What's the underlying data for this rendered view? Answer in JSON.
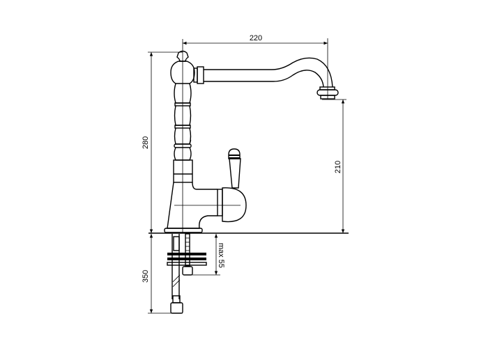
{
  "dimensions": {
    "spout_reach": "220",
    "total_height": "280",
    "spout_height": "210",
    "below_counter_length": "350",
    "max_counter_thickness": "max 55"
  },
  "colors": {
    "line": "#000000",
    "background": "#ffffff"
  }
}
